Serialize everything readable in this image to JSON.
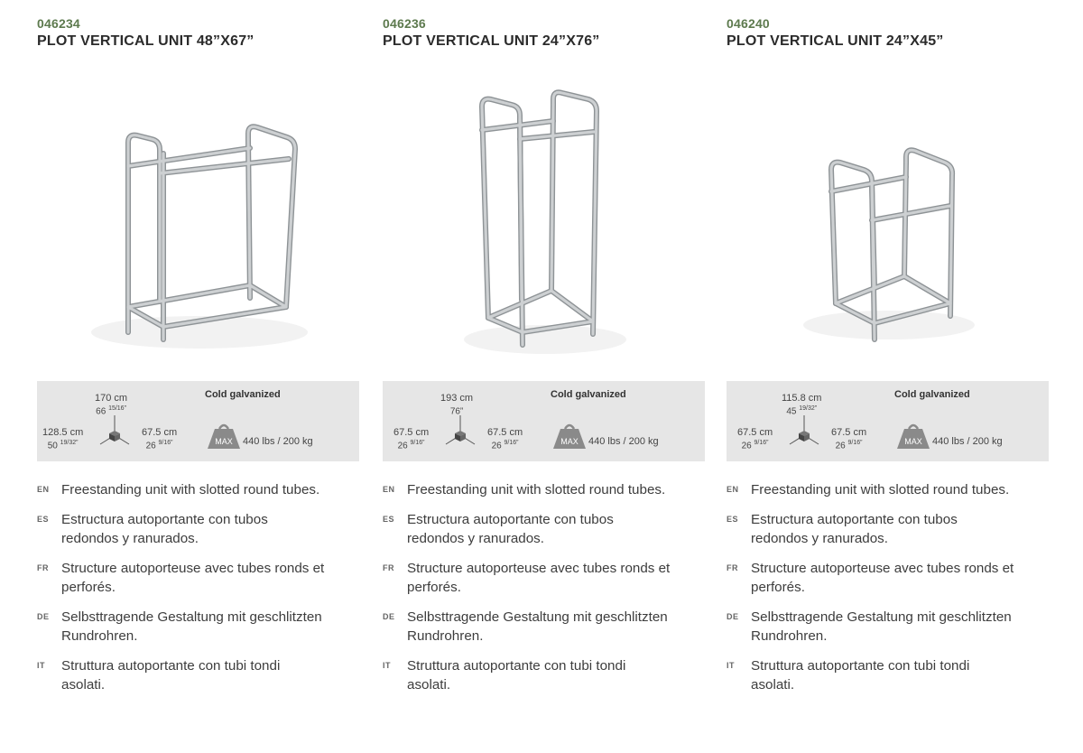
{
  "products": [
    {
      "code": "046234",
      "title": "PLOT VERTICAL UNIT 48”X67”",
      "spec": {
        "height_cm": "170 cm",
        "height_in": "66",
        "height_in_frac": "15/16”",
        "width_cm": "128.5 cm",
        "width_in": "50",
        "width_in_frac": "19/32”",
        "depth_cm": "67.5 cm",
        "depth_in": "26",
        "depth_in_frac": "9/16”",
        "finish": "Cold galvanized",
        "max_label": "MAX",
        "capacity": "440 lbs  / 200 kg"
      },
      "descriptions": [
        {
          "lang": "EN",
          "text": "Freestanding unit with slotted round tubes."
        },
        {
          "lang": "ES",
          "text": "Estructura autoportante con tubos redondos y ranurados."
        },
        {
          "lang": "FR",
          "text": "Structure autoporteuse avec tubes ronds et perforés."
        },
        {
          "lang": "DE",
          "text": "Selbsttragende Gestaltung mit geschlitzten Rundrohren."
        },
        {
          "lang": "IT",
          "text": "Struttura autoportante con tubi tondi asolati."
        }
      ]
    },
    {
      "code": "046236",
      "title": "PLOT VERTICAL UNIT 24”X76”",
      "spec": {
        "height_cm": "193 cm",
        "height_in": "76”",
        "height_in_frac": "",
        "width_cm": "67.5 cm",
        "width_in": "26",
        "width_in_frac": "9/16”",
        "depth_cm": "67.5 cm",
        "depth_in": "26",
        "depth_in_frac": "9/16”",
        "finish": "Cold galvanized",
        "max_label": "MAX",
        "capacity": "440 lbs  / 200 kg"
      },
      "descriptions": [
        {
          "lang": "EN",
          "text": "Freestanding unit with slotted round tubes."
        },
        {
          "lang": "ES",
          "text": "Estructura autoportante con tubos redondos y ranurados."
        },
        {
          "lang": "FR",
          "text": "Structure autoporteuse avec tubes ronds et perforés."
        },
        {
          "lang": "DE",
          "text": "Selbsttragende Gestaltung mit geschlitzten Rundrohren."
        },
        {
          "lang": "IT",
          "text": "Struttura autoportante con tubi tondi asolati."
        }
      ]
    },
    {
      "code": "046240",
      "title": "PLOT VERTICAL UNIT 24”X45”",
      "spec": {
        "height_cm": "115.8 cm",
        "height_in": "45",
        "height_in_frac": "19/32”",
        "width_cm": "67.5 cm",
        "width_in": "26",
        "width_in_frac": "9/16”",
        "depth_cm": "67.5 cm",
        "depth_in": "26",
        "depth_in_frac": "9/16”",
        "finish": "Cold galvanized",
        "max_label": "MAX",
        "capacity": "440 lbs  / 200 kg"
      },
      "descriptions": [
        {
          "lang": "EN",
          "text": "Freestanding unit with slotted round tubes."
        },
        {
          "lang": "ES",
          "text": "Estructura autoportante con tubos redondos y ranurados."
        },
        {
          "lang": "FR",
          "text": "Structure autoporteuse avec tubes ronds et perforés."
        },
        {
          "lang": "DE",
          "text": "Selbsttragende Gestaltung mit geschlitzten Rundrohren."
        },
        {
          "lang": "IT",
          "text": "Struttura autoportante con tubi tondi asolati."
        }
      ]
    }
  ],
  "colors": {
    "code_green": "#5d7a4e",
    "spec_bg": "#e6e6e6",
    "frame": "#c9ccce",
    "frame_edge": "#8e9396",
    "max_badge": "#8a8a8a"
  }
}
